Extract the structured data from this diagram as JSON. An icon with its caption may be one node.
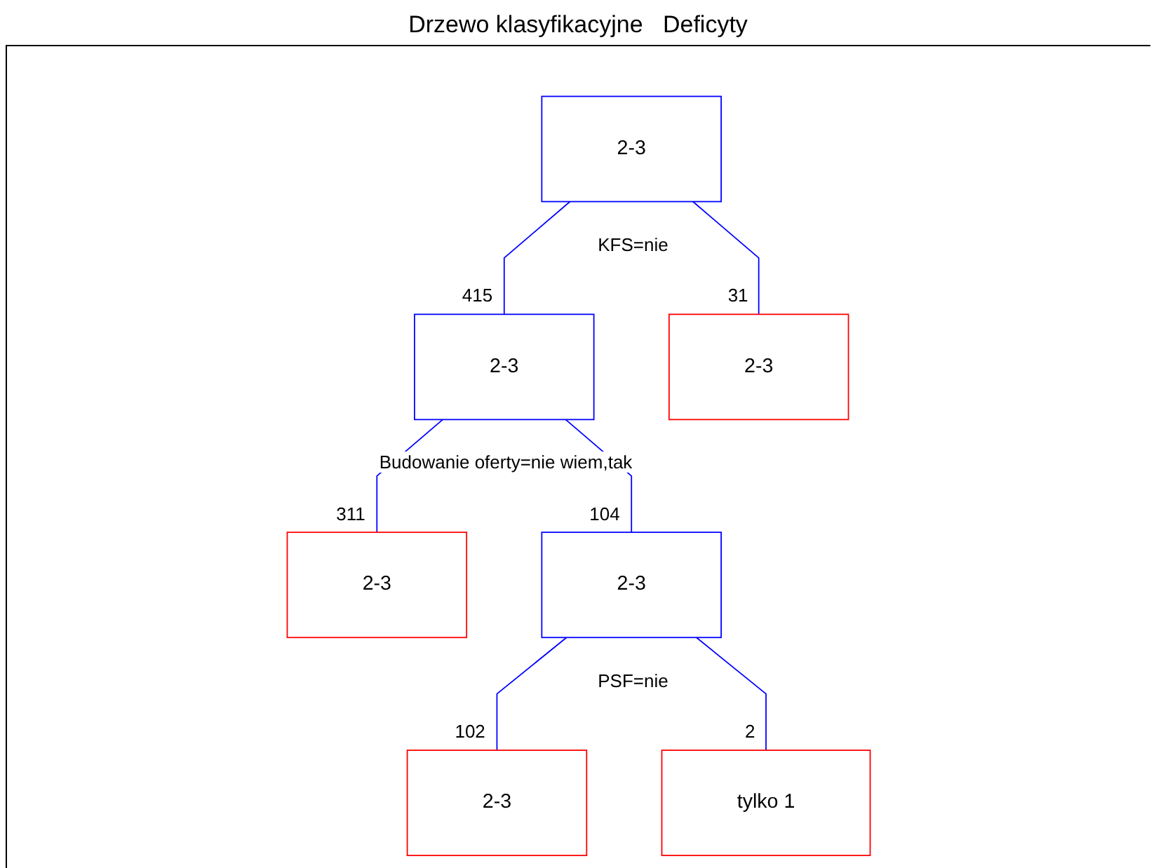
{
  "diagram": {
    "title": "Drzewo klasyfikacyjne   Deficyty",
    "nodes": [
      {
        "text": [
          "2-3"
        ],
        "beside": [
          "KFS=nie"
        ]
      },
      {
        "text": [
          "2-3"
        ],
        "beside": [
          "415",
          "Budowanie oferty=nie wiem,tak"
        ]
      },
      {
        "text": [
          "2-3"
        ],
        "beside": [
          "31"
        ]
      },
      {
        "text": [
          "2-3"
        ],
        "beside": [
          "311"
        ]
      },
      {
        "text": [
          "2-3"
        ],
        "beside": [
          "104",
          "PSF=nie"
        ]
      },
      {
        "text": [
          "2-3"
        ],
        "beside": [
          "102"
        ]
      },
      {
        "text": [
          "tylko 1"
        ],
        "beside": [
          "2"
        ]
      }
    ],
    "edges": [
      {
        "from": 0,
        "to": 1,
        "arrow": "none"
      },
      {
        "from": 0,
        "to": 2,
        "arrow": "none"
      },
      {
        "from": 1,
        "to": 3,
        "arrow": "none"
      },
      {
        "from": 1,
        "to": 4,
        "arrow": "none"
      },
      {
        "from": 4,
        "to": 5,
        "arrow": "none"
      },
      {
        "from": 4,
        "to": 6,
        "arrow": "none"
      }
    ]
  }
}
